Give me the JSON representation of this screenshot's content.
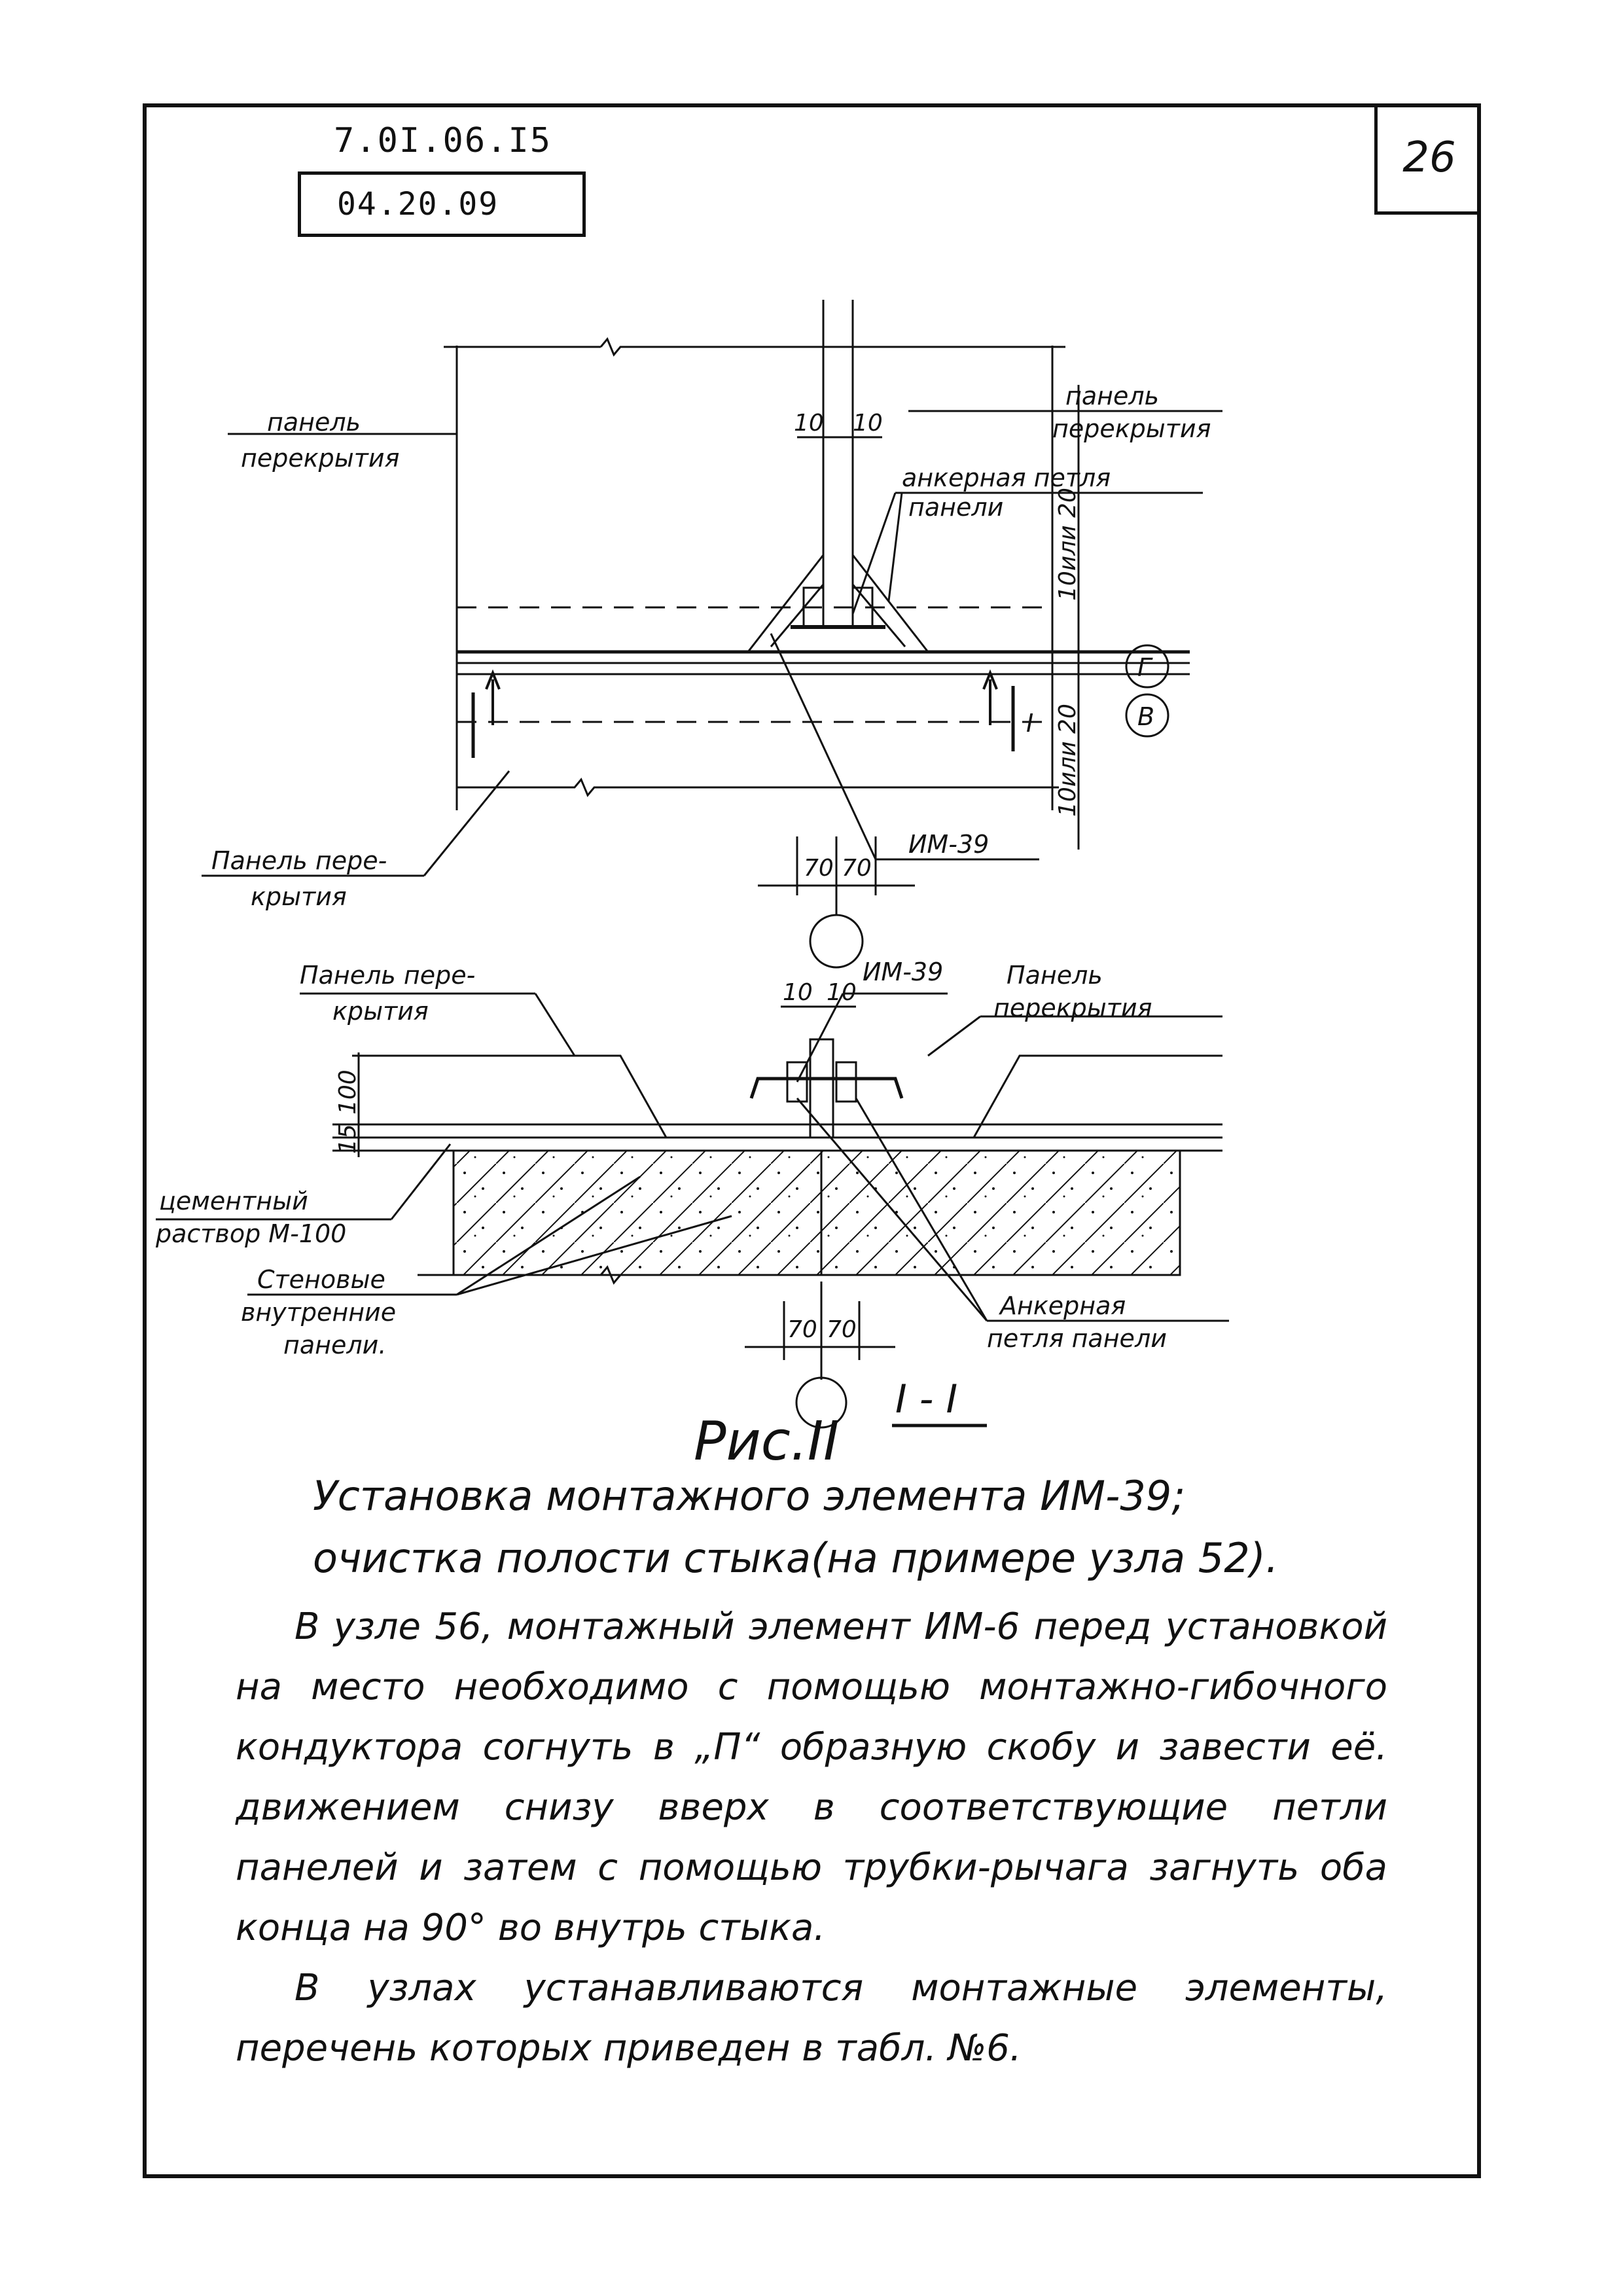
{
  "header": {
    "doc_number": "7.0I.06.I5",
    "doc_code": "04.20.09",
    "page_number": "26"
  },
  "plan_view": {
    "label_panel_left": [
      "панель",
      "перекрытия"
    ],
    "label_panel_right": [
      "панель",
      "перекрытия"
    ],
    "label_anchor_loop": [
      "анкерная петля",
      "панели"
    ],
    "label_panel_bottom": [
      "Панель пере-",
      "крытия"
    ],
    "dim_top_left": "10",
    "dim_top_right": "10",
    "dim_bottom_left": "70",
    "dim_bottom_right": "70",
    "dim_vertical_upper": "10или 20",
    "dim_vertical_lower": "10или 20",
    "element_label": "ИМ-39",
    "axis_g": "Г",
    "axis_v": "В",
    "section_mark": "I"
  },
  "section_view": {
    "label_panel_left": [
      "Панель пере-",
      "крытия"
    ],
    "label_panel_right": [
      "Панель",
      "перекрытия"
    ],
    "element_label": "ИМ-39",
    "dim_top_left": "10",
    "dim_top_right": "10",
    "dim_height_100": "100",
    "dim_height_15": "15",
    "label_mortar": [
      "цементный",
      "раствор М-100"
    ],
    "label_walls": [
      "Стеновые",
      "внутренние",
      "панели."
    ],
    "label_anchor": [
      "Анкерная",
      "петля панели"
    ],
    "dim_bottom_left": "70",
    "dim_bottom_right": "70",
    "section_title": "I - I"
  },
  "figure_label": "Рис.II",
  "caption": [
    "Установка монтажного элемента ИМ-39;",
    "очистка полости стыка(на примере узла 52)."
  ],
  "body": [
    "В узле 56, монтажный элемент ИМ-6 перед установкой на место необходимо с помощью монтажно-гибочного кондуктора согнуть в „П“ образную скобу и завести её. движением снизу вверх в соответствующие петли панелей и затем с помощью трубки-рычага загнуть оба конца на 90° во внутрь стыка.",
    "В узлах устанавливаются монтажные элементы, перечень которых приведен в табл. №6."
  ]
}
